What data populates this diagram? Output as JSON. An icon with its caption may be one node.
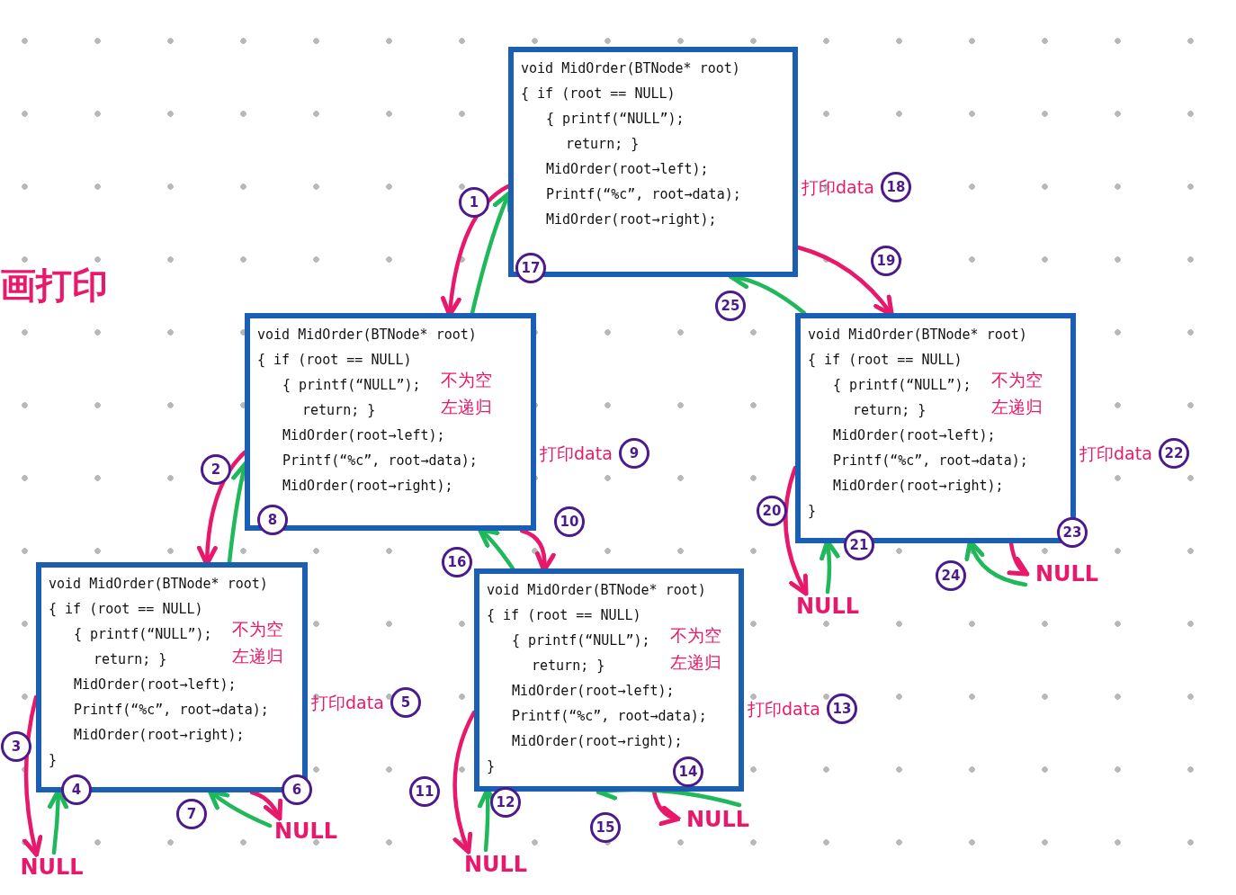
{
  "diagram": {
    "nodes": [
      {
        "text": [
          "void MidOrder(BTNode* root)",
          "{ if (root == NULL)",
          "{ printf(“NULL”);",
          "return; }",
          "MidOrder(root→left);",
          "Printf(“%c”, root→data);",
          "MidOrder(root→right);"
        ],
        "beside": [
          "打印data",
          "18"
        ]
      },
      {
        "text": [
          "void MidOrder(BTNode* root)",
          "{ if (root == NULL)",
          "{ printf(“NULL”);",
          "return; }",
          "MidOrder(root→left);",
          "Printf(“%c”, root→data);",
          "MidOrder(root→right);",
          "不为空",
          "左递归"
        ],
        "beside": [
          "打印data",
          "9"
        ]
      },
      {
        "text": [
          "void MidOrder(BTNode* root)",
          "{ if (root == NULL)",
          "{ printf(“NULL”);",
          "return; }",
          "MidOrder(root→left);",
          "Printf(“%c”, root→data);",
          "MidOrder(root→right);",
          "}",
          "不为空",
          "左递归"
        ],
        "beside": [
          "打印data",
          "22"
        ]
      },
      {
        "text": [
          "NULL"
        ]
      },
      {
        "text": [
          "NULL"
        ]
      },
      {
        "text": [
          "void MidOrder(BTNode* root)",
          "{ if (root == NULL)",
          "{ printf(“NULL”);",
          "return; }",
          "MidOrder(root→left);",
          "Printf(“%c”, root→data);",
          "MidOrder(root→right);",
          "}",
          "不为空",
          "左递归"
        ],
        "beside": [
          "打印data",
          "5"
        ]
      },
      {
        "text": [
          "void MidOrder(BTNode* root)",
          "{ if (root == NULL)",
          "{ printf(“NULL”);",
          "return; }",
          "MidOrder(root→left);",
          "Printf(“%c”, root→data);",
          "MidOrder(root→right);",
          "}",
          "不为空",
          "左递归"
        ],
        "beside": [
          "打印data",
          "13"
        ]
      },
      {
        "text": [
          "NULL"
        ]
      },
      {
        "text": [
          "NULL"
        ]
      },
      {
        "text": [
          "NULL"
        ]
      },
      {
        "text": [
          "NULL"
        ]
      }
    ],
    "edges": [
      {
        "from": 0,
        "to": 1,
        "arrow": "to",
        "label": "1",
        "color": "#e8196b"
      },
      {
        "from": 1,
        "to": 0,
        "arrow": "to",
        "label": "17",
        "color": "#1fb85a"
      },
      {
        "from": 0,
        "to": 2,
        "arrow": "to",
        "label": "19",
        "color": "#e8196b"
      },
      {
        "from": 2,
        "to": 0,
        "arrow": "to",
        "label": "25",
        "color": "#1fb85a"
      },
      {
        "from": 1,
        "to": 5,
        "arrow": "to",
        "label": "2",
        "color": "#e8196b"
      },
      {
        "from": 5,
        "to": 1,
        "arrow": "to",
        "label": "8",
        "color": "#1fb85a"
      },
      {
        "from": 1,
        "to": 6,
        "arrow": "to",
        "label": "10",
        "color": "#e8196b"
      },
      {
        "from": 6,
        "to": 1,
        "arrow": "to",
        "label": "16",
        "color": "#1fb85a"
      },
      {
        "from": 5,
        "to": 7,
        "arrow": "to",
        "label": "3",
        "color": "#e8196b"
      },
      {
        "from": 7,
        "to": 5,
        "arrow": "to",
        "label": "4",
        "color": "#1fb85a"
      },
      {
        "from": 5,
        "to": 8,
        "arrow": "to",
        "label": "6",
        "color": "#e8196b"
      },
      {
        "from": 8,
        "to": 5,
        "arrow": "to",
        "label": "7",
        "color": "#1fb85a"
      },
      {
        "from": 6,
        "to": 9,
        "arrow": "to",
        "label": "11",
        "color": "#e8196b"
      },
      {
        "from": 9,
        "to": 6,
        "arrow": "to",
        "label": "12",
        "color": "#1fb85a"
      },
      {
        "from": 6,
        "to": 10,
        "arrow": "to",
        "label": "14",
        "color": "#e8196b"
      },
      {
        "from": 10,
        "to": 6,
        "arrow": "to",
        "label": "15",
        "color": "#1fb85a"
      },
      {
        "from": 2,
        "to": 3,
        "arrow": "to",
        "label": "20",
        "color": "#e8196b"
      },
      {
        "from": 3,
        "to": 2,
        "arrow": "to",
        "label": "21",
        "color": "#1fb85a"
      },
      {
        "from": 2,
        "to": 4,
        "arrow": "to",
        "label": "23",
        "color": "#e8196b"
      },
      {
        "from": 4,
        "to": 2,
        "arrow": "to",
        "label": "24",
        "color": "#1fb85a"
      }
    ],
    "labels": [
      "画打印"
    ]
  }
}
